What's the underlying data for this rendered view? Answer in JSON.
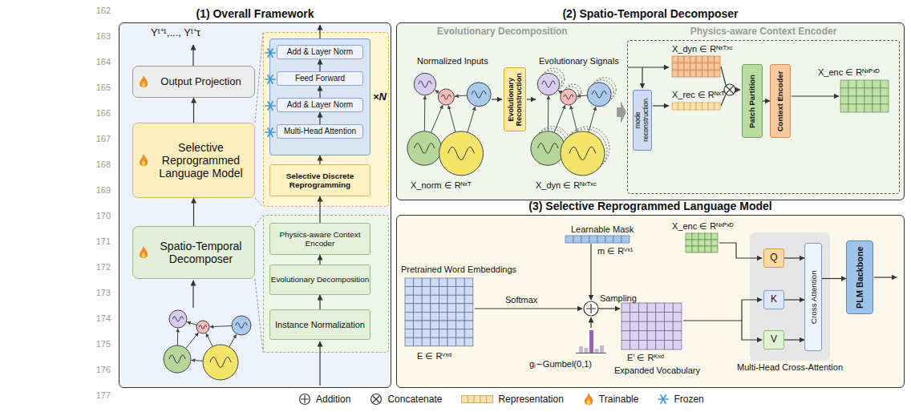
{
  "diagram": {
    "nodes": [
      {
        "text": [
          "(1) Overall Framework"
        ]
      },
      {
        "text": [
          "Output Projection"
        ],
        "in": 0
      },
      {
        "text": [
          "Selective Reprogrammed Language Model"
        ],
        "in": 0
      },
      {
        "text": [
          "Spatio-Temporal Decomposer"
        ],
        "in": 0
      },
      {
        "text": [
          "×N"
        ],
        "in": 0
      },
      {
        "text": [
          "Add & Layer Norm"
        ],
        "in": 4
      },
      {
        "text": [
          "Feed Forward"
        ],
        "in": 4
      },
      {
        "text": [
          "Add & Layer Norm"
        ],
        "in": 4
      },
      {
        "text": [
          "Multi-Head Attention"
        ],
        "in": 4
      },
      {
        "text": [
          "Selective Discrete Reprogramming"
        ],
        "in": 0
      },
      {
        "text": [
          "Physics-aware Context Encoder"
        ],
        "in": 0
      },
      {
        "text": [
          "Evolutionary Decomposition"
        ],
        "in": 0
      },
      {
        "text": [
          "Instance Normalization"
        ],
        "in": 0
      },
      {
        "text": [
          "(2) Spatio-Temporal Decomposer"
        ]
      },
      {
        "text": [
          "Evolutionary Reconstruction"
        ],
        "in": 13
      },
      {
        "text": [
          "Physics-aware Context Encoder"
        ],
        "in": 13
      },
      {
        "text": [
          "mode reconstruction"
        ],
        "in": 15
      },
      {
        "text": [
          "Patch Partition"
        ],
        "in": 15
      },
      {
        "text": [
          "Context Encoder"
        ],
        "in": 15
      },
      {
        "text": [
          "(3) Selective Reprogrammed Language Model"
        ]
      },
      {
        "text": [
          "Multi-Head Cross-Attention"
        ],
        "in": 19
      },
      {
        "text": [
          "Q"
        ],
        "in": 20
      },
      {
        "text": [
          "K"
        ],
        "in": 20
      },
      {
        "text": [
          "V"
        ],
        "in": 20
      },
      {
        "text": [
          "Cross Attention"
        ],
        "in": 20
      },
      {
        "text": [
          "PLM Backbone"
        ],
        "in": 19
      }
    ],
    "edges": [
      {
        "from": 3,
        "to": 2,
        "arrow": "to"
      },
      {
        "from": 2,
        "to": 1,
        "arrow": "to"
      },
      {
        "from": 12,
        "to": 11,
        "arrow": "to"
      },
      {
        "from": 11,
        "to": 10,
        "arrow": "to"
      },
      {
        "from": 10,
        "to": 9,
        "arrow": "to"
      },
      {
        "from": 9,
        "to": 4,
        "arrow": "to"
      },
      {
        "from": 8,
        "to": 7,
        "arrow": "to"
      },
      {
        "from": 7,
        "to": 6,
        "arrow": "to"
      },
      {
        "from": 6,
        "to": 5,
        "arrow": "to"
      },
      {
        "from": 17,
        "to": 18,
        "arrow": "to"
      },
      {
        "from": 21,
        "to": 24,
        "arrow": "to"
      },
      {
        "from": 22,
        "to": 24,
        "arrow": "to"
      },
      {
        "from": 23,
        "to": 24,
        "arrow": "to"
      },
      {
        "from": 24,
        "to": 25,
        "arrow": "to"
      }
    ],
    "labels": [
      "162",
      "163",
      "164",
      "165",
      "166",
      "167",
      "168",
      "169",
      "170",
      "171",
      "172",
      "173",
      "174",
      "175",
      "176",
      "177",
      "Yᵗ⁺¹,..., Yᵗ⁺τ",
      "Evolutionary Decomposition",
      "Normalized Inputs",
      "Evolutionary Signals",
      "X_norm ∈ Rᴺˣᵀ",
      "X_dyn ∈ Rᴺˣᵀˣᶜ",
      "X_dyn ∈ Rᴺˣᵀˣᶜ",
      "X_rec ∈ Rᴺˣᵀ",
      "X_enc ∈ Rᴺˣᴾˣᴰ",
      "Pretrained Word Embeddings",
      "Learnable Mask",
      "m ∈ Rⱽˣ¹",
      "Softmax",
      "Sampling",
      "gᵢ∼Gumbel(0,1)",
      "E ∈ Rⱽˣᵈ",
      "E′ ∈ Rᴷˣᵈ",
      "Expanded Vocabulary",
      "X_enc ∈ Rᴺˣᴾˣᴰ"
    ],
    "legend": [
      {
        "text": "Addition"
      },
      {
        "text": "Concatenate"
      },
      {
        "text": "Representation",
        "color": "#fbe1b0"
      },
      {
        "text": "Trainable"
      },
      {
        "text": "Frozen"
      }
    ]
  }
}
